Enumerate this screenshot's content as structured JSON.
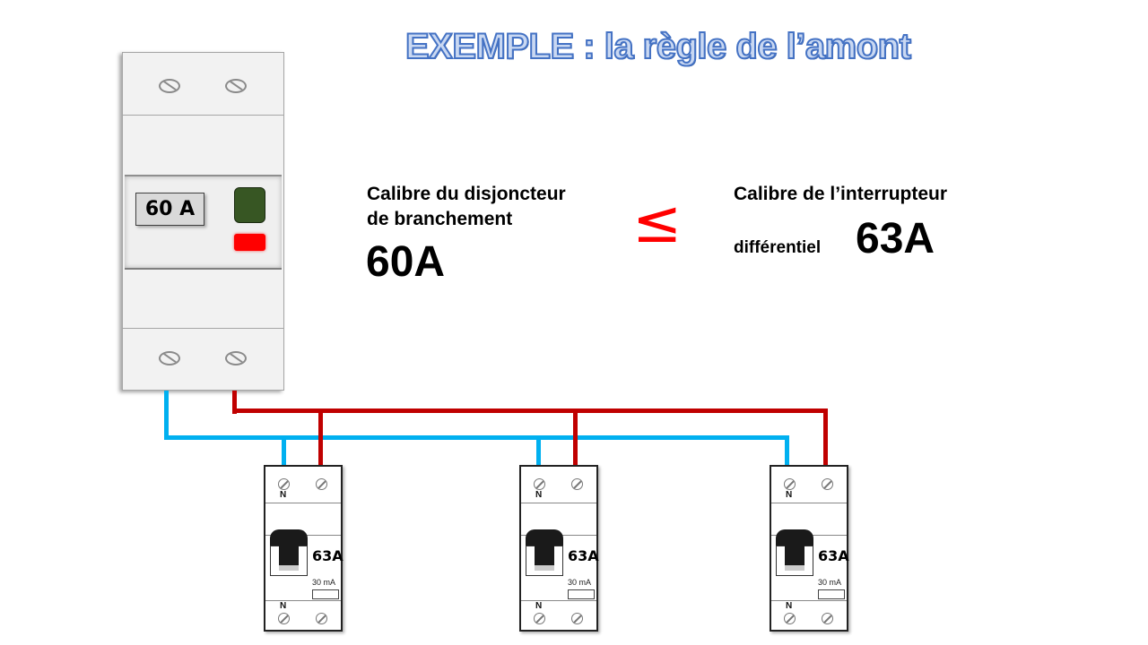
{
  "title": "EXEMPLE : la règle de l’amont",
  "main_breaker": {
    "rating_label": "60 A",
    "colors": {
      "button": "#375623",
      "indicator": "#ff0000",
      "body": "#f2f2f2"
    }
  },
  "left_text": {
    "line1": "Calibre du disjoncteur",
    "line2": "de branchement",
    "value": "60A"
  },
  "operator": "≤",
  "right_text": {
    "line1": "Calibre de l’interrupteur",
    "line2": "différentiel",
    "value": "63A"
  },
  "wires": {
    "neutral_color": "#00b0f0",
    "phase_color": "#c00000"
  },
  "rcds": [
    {
      "neutral_top": "N",
      "rating": "63A",
      "sensitivity": "30 mA",
      "neutral_bottom": "N"
    },
    {
      "neutral_top": "N",
      "rating": "63A",
      "sensitivity": "30 mA",
      "neutral_bottom": "N"
    },
    {
      "neutral_top": "N",
      "rating": "63A",
      "sensitivity": "30 mA",
      "neutral_bottom": "N"
    }
  ]
}
